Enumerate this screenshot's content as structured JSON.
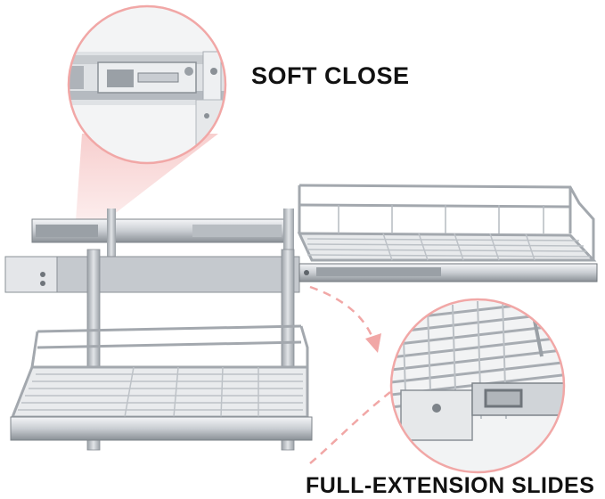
{
  "callouts": {
    "soft_close": "SOFT CLOSE",
    "full_extension": "FULL-EXTENSION SLIDES"
  },
  "colors": {
    "accent_pink": "#f1a7a6",
    "metal_light": "#e3e5e8",
    "metal_mid": "#b9bec4",
    "metal_dark": "#7d8389",
    "text": "#111111"
  },
  "icons": {
    "zoom_connector": "dashed-curved-arrow"
  }
}
